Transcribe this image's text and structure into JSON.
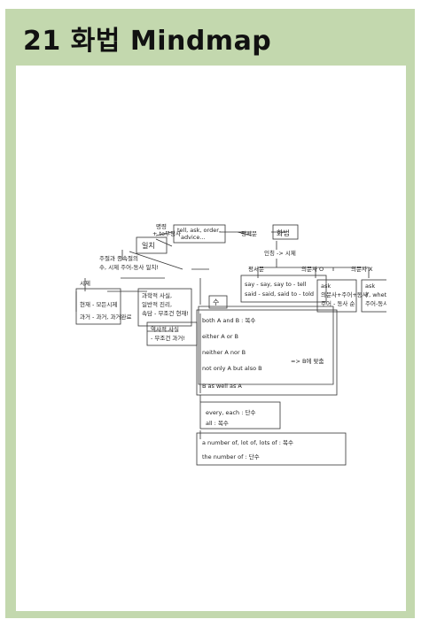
{
  "header": {
    "title": "21 화법 Mindmap"
  },
  "mindmap": {
    "agreement": "일치",
    "subject_verb": [
      "주절과 종속절의",
      "수, 시제 주어-동사 일치!"
    ],
    "tense": "시제",
    "tense_present_future": "현재 - 모든시제",
    "tense_past": "과거 - 과거, 과거완료",
    "tense_exception_1": [
      "과학적 사실,",
      "일반적 진리,",
      "속담 - 무조건 현재!"
    ],
    "tense_exception_2": [
      "역사적 사실",
      "- 무조건 과거!"
    ],
    "number": "수",
    "number_rules": [
      "both A and B : 복수",
      "either A or B",
      "neither A nor B",
      "not only A but also B",
      "B as well as A"
    ],
    "number_brace_note": "=> B에 맞춤",
    "each_rules": [
      "every, each : 단수",
      "all : 복수"
    ],
    "quantity_rules": [
      "a number of, lot of, lots of : 복수",
      "the number of : 단수"
    ],
    "narration": "화법",
    "command_verbs": [
      "명령",
      "+ to부정사"
    ],
    "command_list": [
      "tell, ask, order,",
      "advice..."
    ],
    "statement": "평서문",
    "interrogative": "의문문",
    "pronoun_tense": "인칭 -> 시제",
    "say_tell": [
      "say - say, say to - tell",
      "said - said, said to - told"
    ],
    "wh_question": "의문사 O",
    "wh_rules": [
      "ask",
      "의문사+주어+동사",
      "주어 - 동사 순"
    ],
    "yes_no_question": "의문사 X",
    "yes_no_rules": [
      "ask",
      "if, whether",
      "주어-동사 순"
    ]
  }
}
